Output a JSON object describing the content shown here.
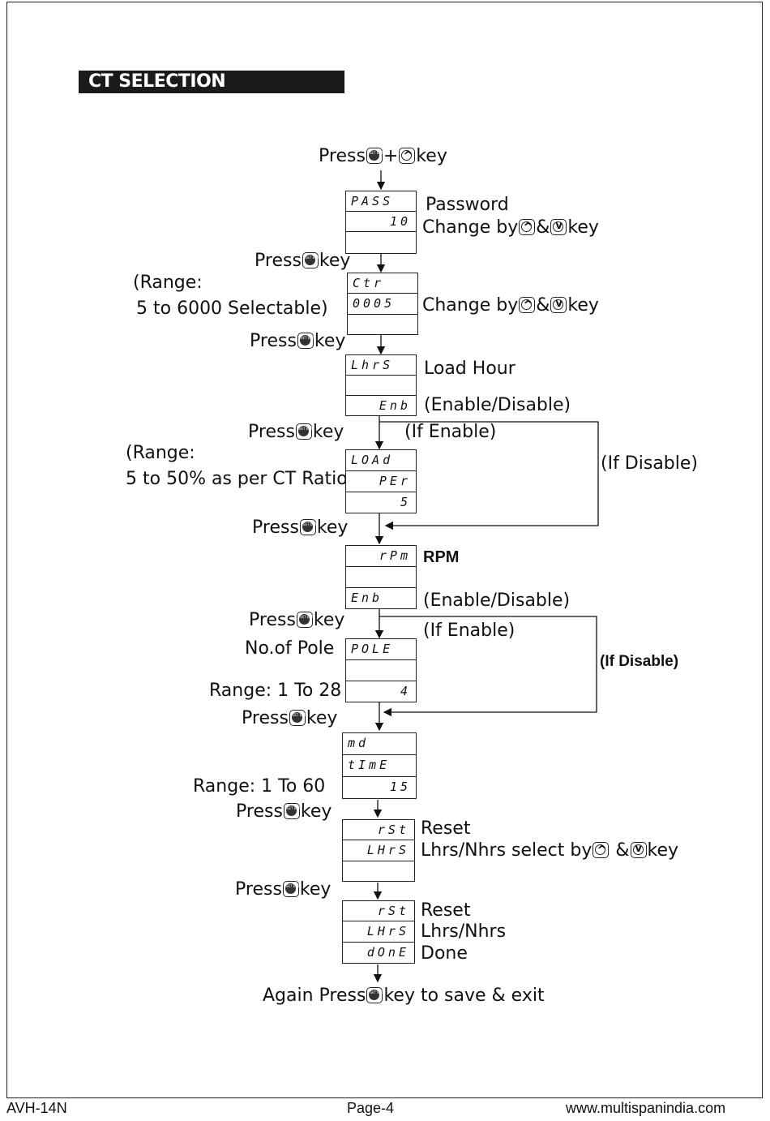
{
  "title": "CT SELECTION PROCEDURE",
  "press": "Press",
  "key": "key",
  "plus": "+",
  "amp": "&",
  "start_prefix": "Press",
  "start_suffix": "key",
  "password_label": "Password",
  "change_by": "Change by",
  "display": {
    "pass": "PASS",
    "pass_val": "10",
    "ctr": "Ctr",
    "ctr_val": "0005",
    "lhrs": "LhrS",
    "enb1": "Enb",
    "load": "LOAd",
    "per": "PEr",
    "per_val": "5",
    "rpm": "rPm",
    "enb2": "Enb",
    "pole": "POLE",
    "pole_val": "4",
    "md": "md",
    "time": "tImE",
    "time_val": "15",
    "rst1": "rSt",
    "lhrs1": "LHrS",
    "rst2": "rSt",
    "lhrs2": "LHrS",
    "done": "dOnE"
  },
  "range_ct_1": "(Range:",
  "range_ct_2": "5 to 6000 Selectable)",
  "load_hour": "Load Hour",
  "enable_disable_1": "(Enable/Disable)",
  "if_enable_1": "(If Enable)",
  "if_disable_1": "(If Disable)",
  "range_load_1": "(Range:",
  "range_load_2": "5 to 50% as per CT Ratio)",
  "rpm_label": "RPM",
  "enable_disable_2": "(Enable/Disable)",
  "if_enable_2": "(If Enable)",
  "if_disable_2": "(If Disable)",
  "pole_label": "No.of Pole",
  "range_pole": "Range: 1 To 28",
  "range_time": "Range: 1 To 60",
  "reset_1": "Reset",
  "lhrs_select_prefix": "Lhrs/Nhrs select by",
  "reset_2": "Reset",
  "lhrs_nhrs": "Lhrs/Nhrs",
  "done_label": "Done",
  "final_prefix": "Again Press",
  "final_suffix": "key to save & exit",
  "footer": {
    "model": "AVH-14N",
    "page": "Page-4",
    "website": "www.multispanindia.com"
  },
  "icons": [
    "set-ent-key-icon",
    "up-key-icon",
    "down-key-icon"
  ]
}
